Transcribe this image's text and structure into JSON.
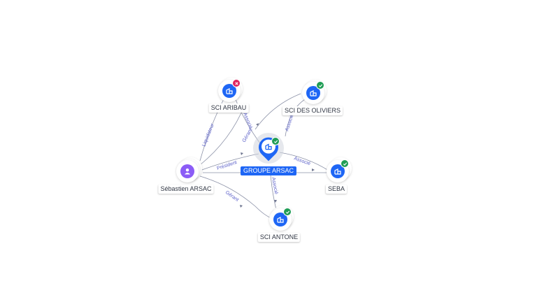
{
  "colors": {
    "company_blue": "#1e66f5",
    "person_purple": "#8b5cf6",
    "status_ok": "#1f9d55",
    "status_ko": "#e0245e",
    "edge_label": "#5b60c9"
  },
  "central": {
    "name": "GROUPE ARSAC",
    "icon": "building-icon",
    "status": "check-icon"
  },
  "nodes": {
    "sci_aribau": {
      "name": "SCI ARIBAU",
      "icon": "building-icon",
      "status": "close-icon"
    },
    "sci_des_oliviers": {
      "name": "SCI DES OLIVIERS",
      "icon": "building-icon",
      "status": "check-icon"
    },
    "seba": {
      "name": "SEBA",
      "icon": "building-icon",
      "status": "check-icon"
    },
    "sci_antone": {
      "name": "SCI ANTONE",
      "icon": "building-icon",
      "status": "check-icon"
    },
    "sebastien_arsac": {
      "name": "Sébastien ARSAC",
      "icon": "person-icon"
    }
  },
  "edges": {
    "liquidateur": "Liquidateur",
    "gerant_aribau": "Gérant",
    "president": "Président",
    "gerant_antone": "Gérant",
    "associe_aribau": "Associé",
    "associe_oliviers": "Associé",
    "associe_seba": "Associé",
    "associe_antone": "Associé"
  }
}
